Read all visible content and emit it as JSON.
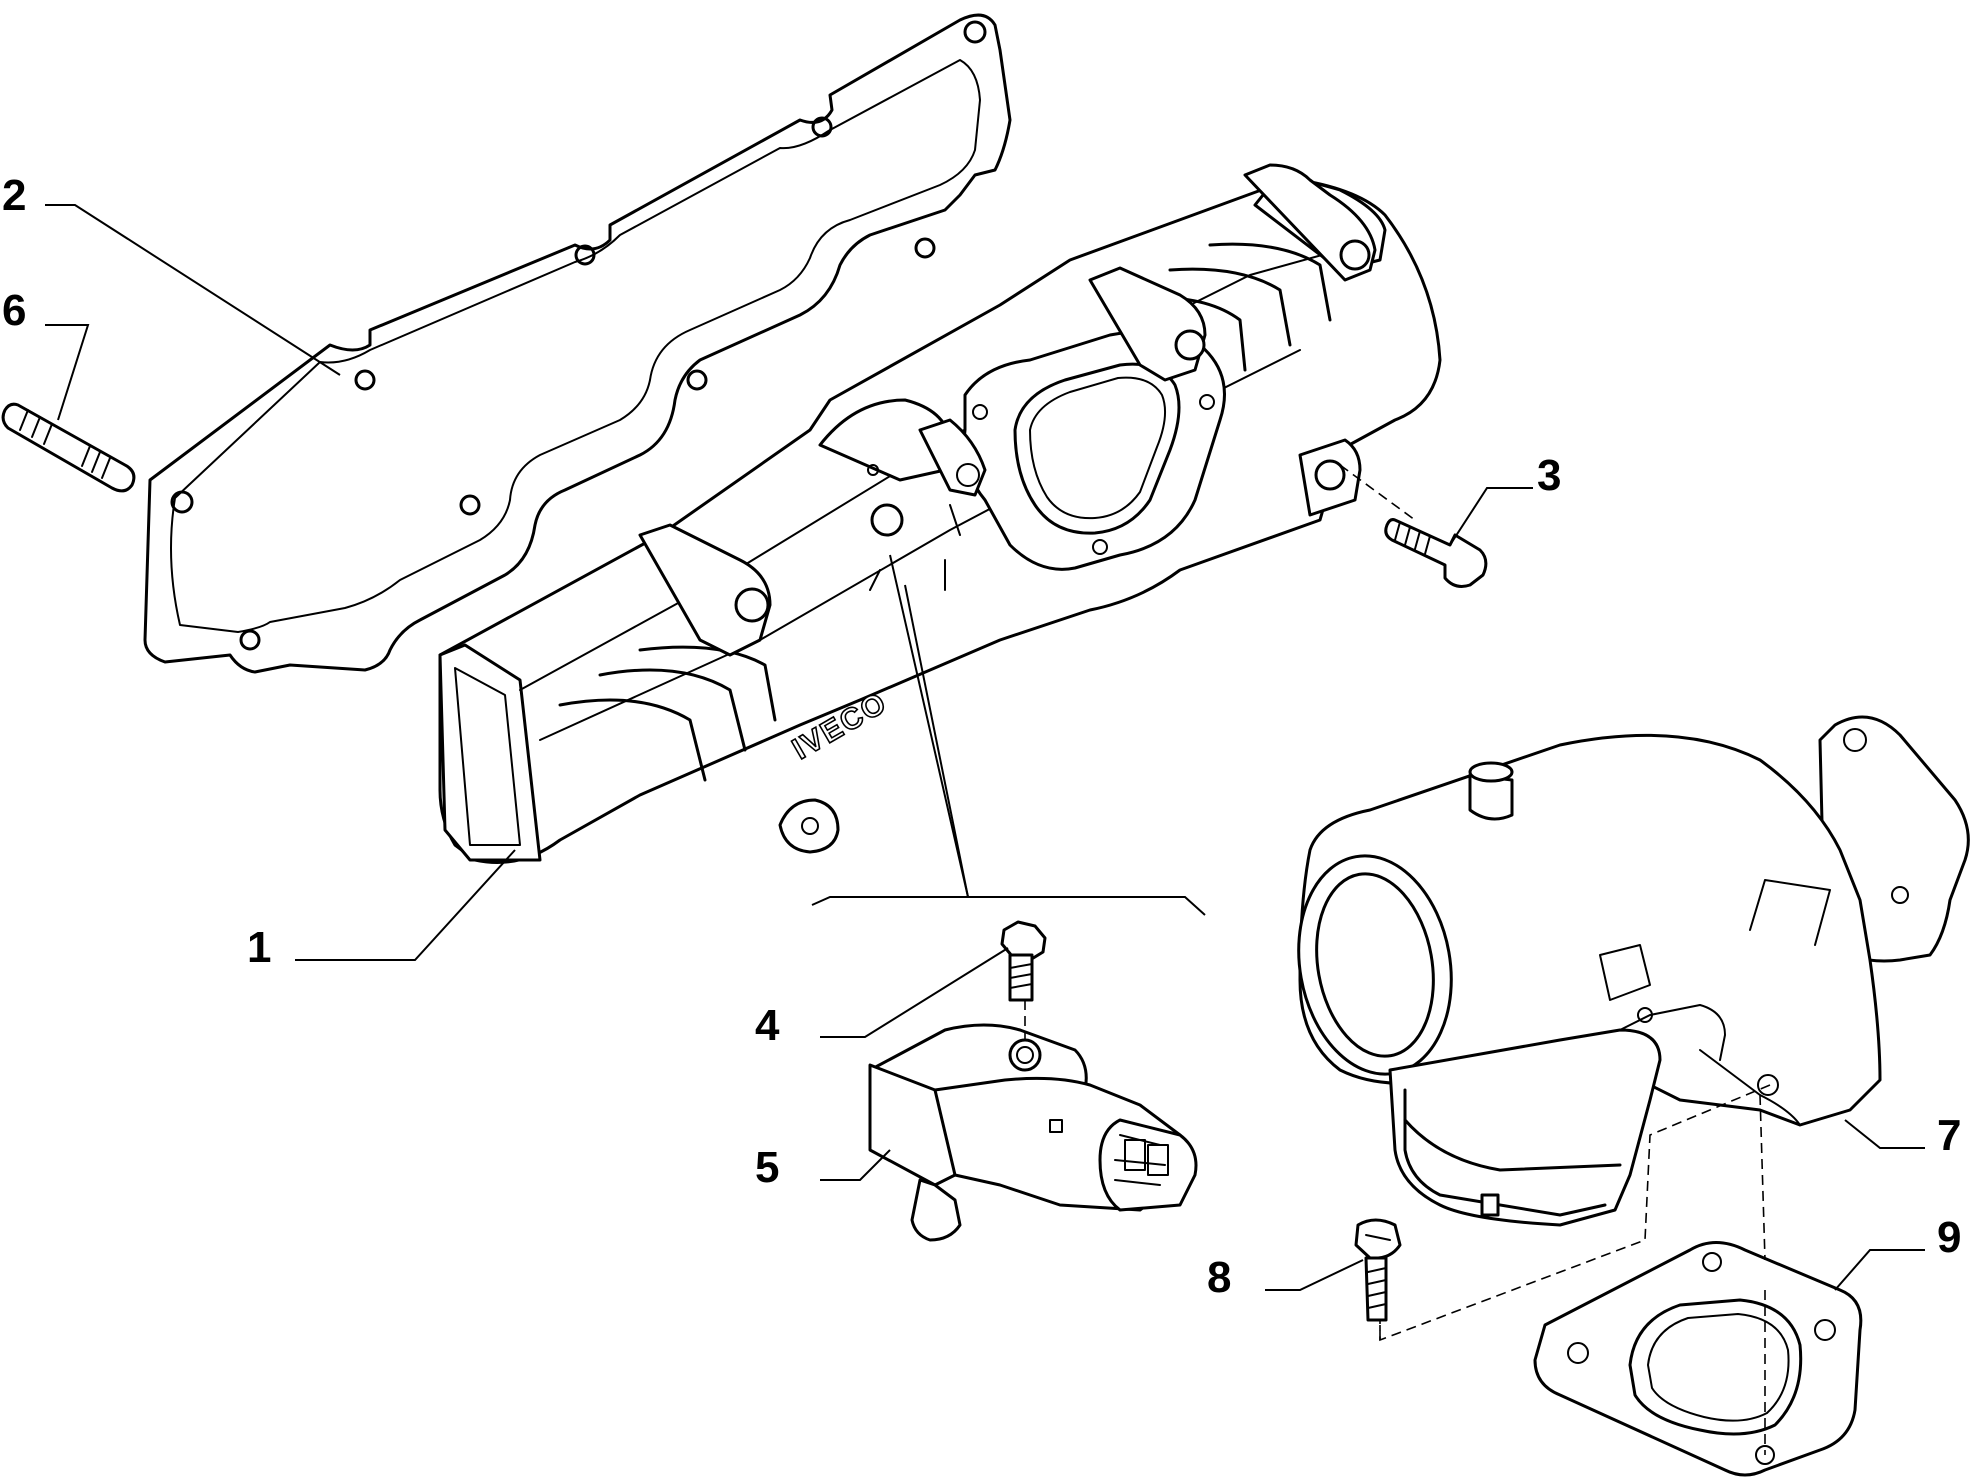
{
  "callouts": {
    "c1": "1",
    "c2": "2",
    "c3": "3",
    "c4": "4",
    "c5": "5",
    "c6": "6",
    "c7": "7",
    "c8": "8",
    "c9": "9"
  },
  "brand_marking": "IVECO"
}
